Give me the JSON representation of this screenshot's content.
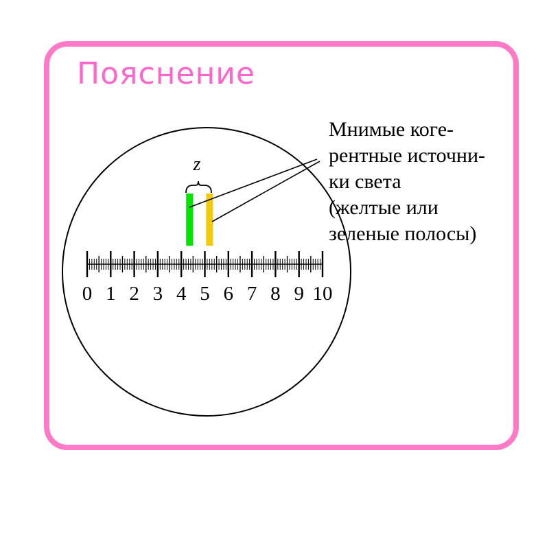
{
  "title": "Пояснение",
  "z_label": "z",
  "caption_lines": [
    "Мнимые коге-",
    "рентные источни-",
    "ки света",
    "(желтые или",
    "зеленые полосы)"
  ],
  "scale": {
    "labels": [
      "0",
      "1",
      "2",
      "3",
      "4",
      "5",
      "6",
      "7",
      "8",
      "9",
      "10"
    ],
    "minor_per_unit": 10
  },
  "bands": [
    {
      "name": "green-band",
      "color": "#00E600",
      "position": 4.35
    },
    {
      "name": "yellow-band",
      "color": "#F2CC0C",
      "position": 5.2
    }
  ],
  "colors": {
    "frame": "#FF7AC6",
    "title": "#FF66CC"
  }
}
